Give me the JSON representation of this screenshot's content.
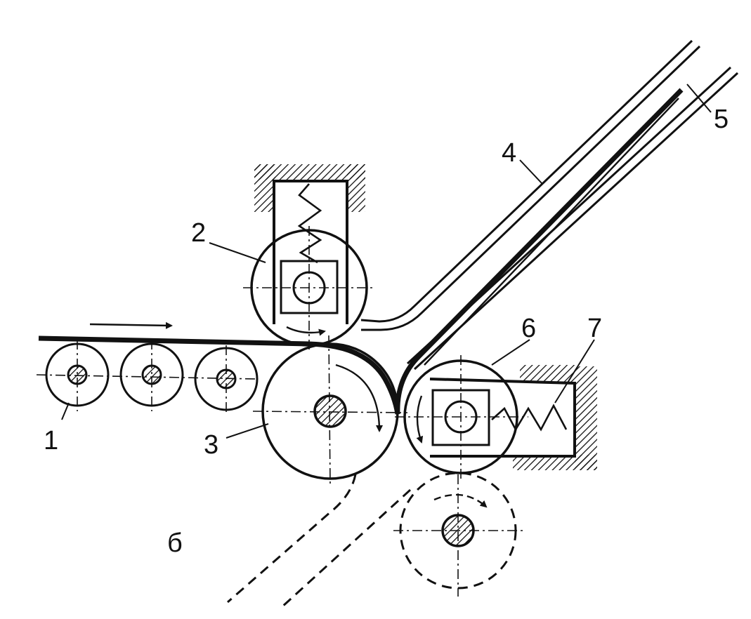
{
  "labels": {
    "feed_rollers": "1",
    "upper_pressure_roller": "2",
    "bending_roller": "3",
    "guide": "4",
    "sheet": "5",
    "side_pressure_roller": "6",
    "spring": "7",
    "figure_letter": "б"
  },
  "colors": {
    "ink": "#111111",
    "background": "#ffffff"
  }
}
